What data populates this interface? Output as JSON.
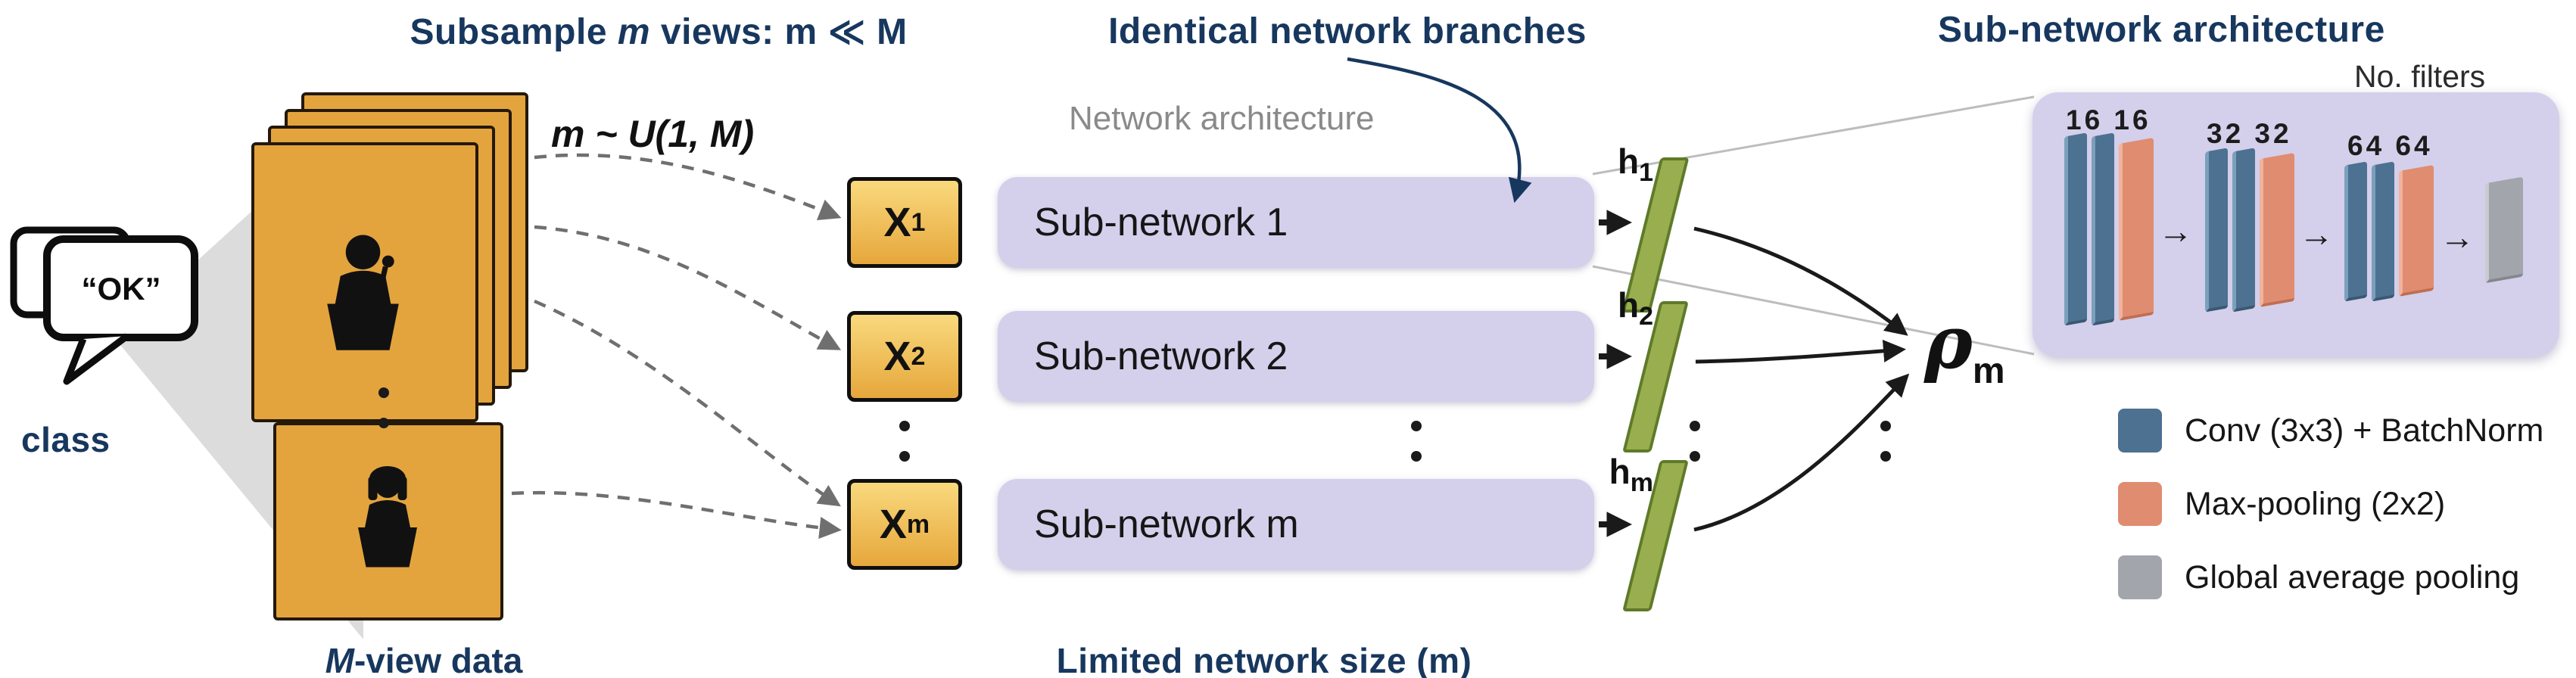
{
  "top": {
    "subsample_pre": "Subsample ",
    "subsample_italic": "m",
    "subsample_post": " views: ",
    "subsample_math": "m ≪ M",
    "m_distribution": "m ~ U(1, M)",
    "identical_branches": "Identical network branches",
    "network_architecture": "Network architecture"
  },
  "left": {
    "speech_text": "“OK”",
    "class_label": "class",
    "mview_italic": "M",
    "mview_post": "-view data"
  },
  "rows": [
    {
      "x_base": "X",
      "x_sub": "1",
      "subnetwork": "Sub-network 1",
      "h_base": "h",
      "h_sub": "1"
    },
    {
      "x_base": "X",
      "x_sub": "2",
      "subnetwork": "Sub-network 2",
      "h_base": "h",
      "h_sub": "2"
    },
    {
      "x_base": "X",
      "x_sub": "m",
      "subnetwork": "Sub-network m",
      "h_base": "h",
      "h_sub": "m"
    }
  ],
  "rho": {
    "base": "ρ",
    "sub": "m"
  },
  "bottom_label": "Limited network size (m)",
  "detail": {
    "title": "Sub-network architecture",
    "no_filters": "No. filters",
    "filter_labels": [
      "16 16",
      "32 32",
      "64 64"
    ]
  },
  "legend": [
    {
      "label": "Conv (3x3) + BatchNorm",
      "color": "#4C7191"
    },
    {
      "label": "Max-pooling (2x2)",
      "color": "#E08C70"
    },
    {
      "label": "Global average pooling",
      "color": "#A3A5AD"
    }
  ],
  "colors": {
    "navy_text": "#17375E",
    "card_orange": "#E3A43E",
    "lavender": "#D4CFEB",
    "green_bar": "#98AE4F",
    "conv_blue": "#4C7191",
    "pool_salmon": "#E08C70",
    "gap_gray": "#A3A5AD"
  },
  "icons": {
    "right_arrow": "→"
  }
}
